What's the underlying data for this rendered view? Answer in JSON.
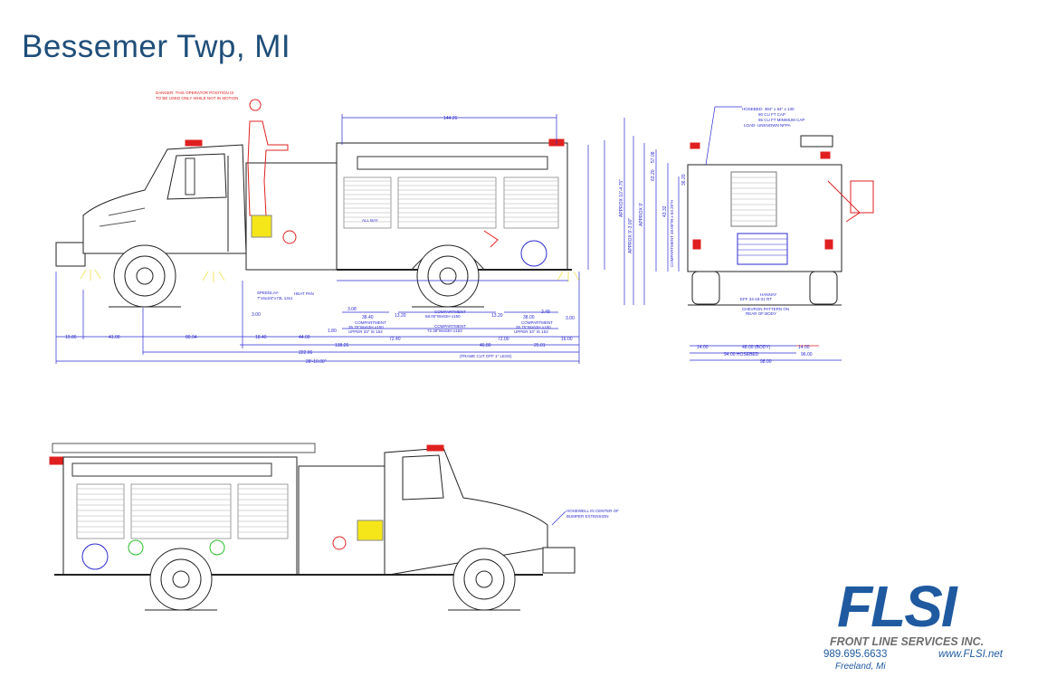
{
  "title": "Bessemer Twp, MI",
  "notes": {
    "danger_line1": "DANGER: THIS OPERATOR POSITION IS",
    "danger_line2": "TO BE USED ONLY WHILE NOT IN MOTION",
    "speedlay_line1": "SPEEDLAY-",
    "speedlay_line2": "7\"x6x3/4\"x73L 13x1",
    "heat_pan": "HEAT PAN",
    "compartment": "COMPARTMENT",
    "compartment_front": "35.75\"Wx63H x150",
    "compartment_front_upper": "UPPER 33\" IS 153",
    "compartment_mid_top": "58.00\"Wx63H x150",
    "compartment_mid": "72.38\"Wx63H x153",
    "compartment_rear": "35.75\"Wx63H x150",
    "compartment_rear_upper": "UPPER 33\" IS 153",
    "frame_cut": "(FRAME CUT OFF 1\" LESS)",
    "hosebed_line1": "HOSEBED- 384\" x 64\" x 130",
    "hosebed_line2": "90 CU FT CAP",
    "hosebed_line3": "95 CU FT MINIMUM CAP",
    "hosebed_line4": "LOAD- UNKNOWN NFPA",
    "hansen": "HANNAY",
    "hansen_model": "EFF 34-18-21 RT",
    "chevron_line1": "CHEVRON PATTERN ON",
    "chevron_line2": "REAR OF BODY",
    "hosewell_line1": "HOSEWELL IN CENTER OF",
    "hosewell_line2": "BUMPER EXTENSION",
    "compartment_side_label": "ALL BAY"
  },
  "dimensions": {
    "side": [
      "19.86",
      "41.00",
      "80.94",
      "18.40",
      "44.00",
      "3.00",
      "1.80",
      "3.08",
      "38.40",
      "13.20",
      "13.20",
      "38.00",
      "3.48",
      "3.00",
      "72.40",
      "72.00",
      "16.00",
      "138.26",
      "46.80",
      "25.01",
      "222.06",
      "28'-10.00\"",
      "144.26"
    ],
    "rear": [
      "14.00",
      "48.00 (BODY)",
      "14.00",
      "94.00 HOSEBED",
      "96.00",
      "98.00"
    ],
    "heights": [
      "APPROX 10'-4.75\"",
      "APPROX 9'-3.00\"",
      "APPROX 9'",
      "63.20",
      "57.08",
      "43.32",
      "36.20",
      "COMPARTMENT 48.00\"W x 63.20\"H"
    ]
  },
  "logo": {
    "mark": "FLSI",
    "company": "FRONT LINE SERVICES INC.",
    "phone": "989.695.6633",
    "url": "www.FLSI.net",
    "city": "Freeland, Mi"
  },
  "colors": {
    "title": "#1f4e79",
    "dimension": "#2b2bd0",
    "danger": "#e02020",
    "logo_blue": "#1f5aa0",
    "logo_gray": "#8a8a8a"
  }
}
